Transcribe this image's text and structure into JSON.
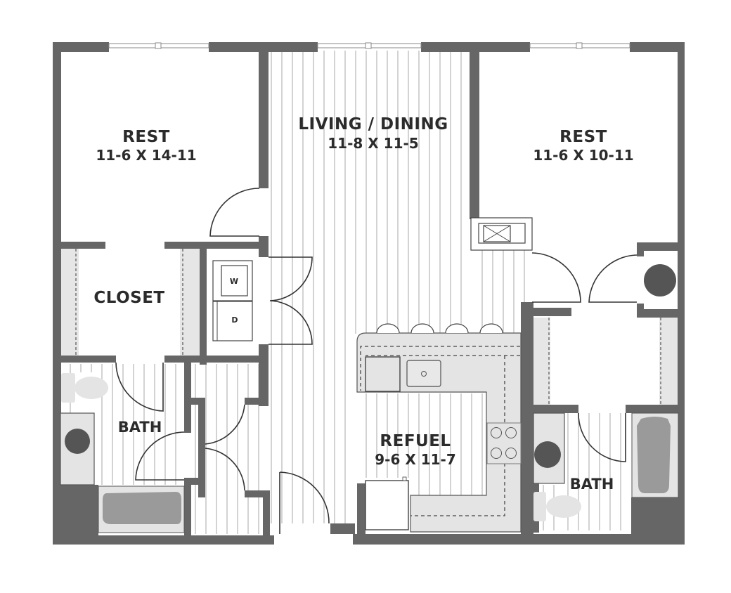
{
  "floorplan": {
    "rooms": {
      "rest_left": {
        "name": "REST",
        "dims": "11-6 X 14-11"
      },
      "living_dining": {
        "name": "LIVING / DINING",
        "dims": "11-8 X 11-5"
      },
      "rest_right": {
        "name": "REST",
        "dims": "11-6 X 10-11"
      },
      "closet": {
        "name": "CLOSET"
      },
      "bath_left": {
        "name": "BATH"
      },
      "refuel": {
        "name": "REFUEL",
        "dims": "9-6 X 11-7"
      },
      "bath_right": {
        "name": "BATH"
      }
    },
    "appliances": {
      "washer": "W",
      "dryer": "D"
    },
    "colors": {
      "wall": "#666666",
      "floor_line": "#c8c8c8",
      "fixture": "#e4e4e4",
      "tub": "#9a9a9a",
      "text": "#2b2b2b"
    }
  }
}
